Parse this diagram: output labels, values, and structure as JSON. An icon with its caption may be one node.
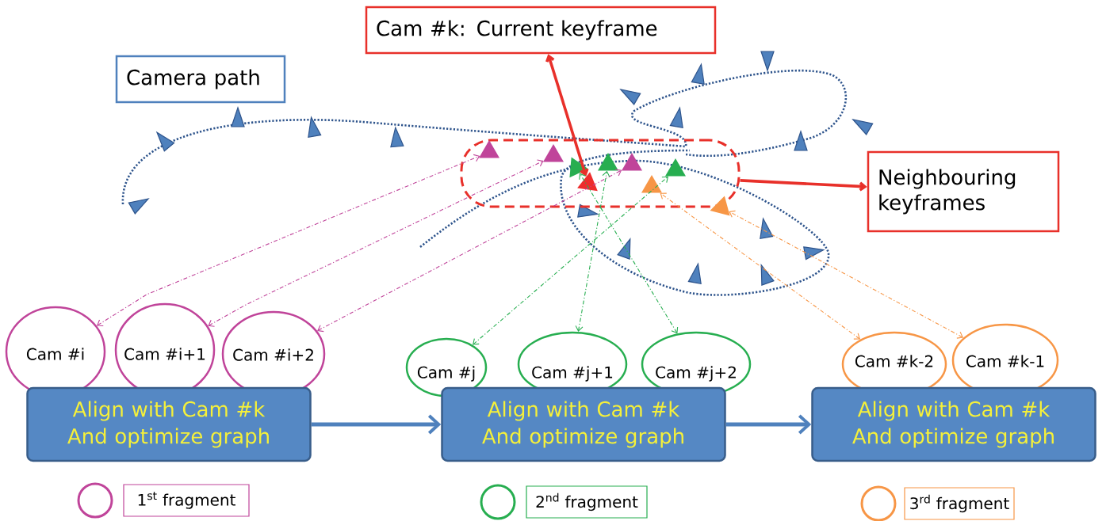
{
  "diagram": {
    "nodes": [
      {
        "text": [
          "Cam #k: Current keyframe"
        ]
      },
      {
        "text": [
          "Camera path"
        ]
      },
      {
        "text": [
          "Neighbouring keyframes"
        ]
      },
      {
        "text": [],
        "shape": "triangle",
        "in": 4
      },
      {
        "text": [],
        "shape": "ellipse"
      },
      {
        "text": [],
        "shape": "triangle",
        "in": 4
      },
      {
        "text": [],
        "shape": "triangle",
        "in": 4
      },
      {
        "text": [],
        "shape": "triangle",
        "in": 4
      },
      {
        "text": [],
        "shape": "triangle",
        "in": 4
      },
      {
        "text": [],
        "shape": "triangle",
        "in": 4
      },
      {
        "text": [],
        "shape": "triangle",
        "in": 4
      },
      {
        "text": [],
        "shape": "triangle",
        "in": 4
      },
      {
        "text": [],
        "shape": "triangle",
        "in": 4
      },
      {
        "text": [
          "Cam #i"
        ]
      },
      {
        "text": [
          "Cam #i+1"
        ]
      },
      {
        "text": [
          "Cam #i+2"
        ]
      },
      {
        "text": [
          "Cam #j"
        ]
      },
      {
        "text": [
          "Cam #j+1"
        ]
      },
      {
        "text": [
          "Cam #j+2"
        ]
      },
      {
        "text": [
          "Cam #k-2"
        ]
      },
      {
        "text": [
          "Cam #k-1"
        ]
      },
      {
        "text": [
          "Align with Cam #k And optimize graph"
        ]
      },
      {
        "text": [
          "Align with Cam #k And optimize graph"
        ]
      },
      {
        "text": [
          "Align with Cam #k And optimize graph"
        ]
      }
    ],
    "edges": [
      {
        "from": 0,
        "to": 3,
        "arrow": "both",
        "style": "thick",
        "color": "#e8302a"
      },
      {
        "from": 4,
        "to": 2,
        "arrow": "to",
        "style": "thick",
        "color": "#e8302a"
      },
      {
        "from": 13,
        "to": 5,
        "arrow": "both",
        "style": "dashed",
        "color": "#c0449a"
      },
      {
        "from": 14,
        "to": 6,
        "arrow": "both",
        "style": "dashed",
        "color": "#c0449a"
      },
      {
        "from": 15,
        "to": 7,
        "arrow": "both",
        "style": "dashed",
        "color": "#c0449a"
      },
      {
        "from": 16,
        "to": 10,
        "arrow": "both",
        "style": "dashed",
        "color": "#27ae50"
      },
      {
        "from": 17,
        "to": 9,
        "arrow": "both",
        "style": "dashed",
        "color": "#27ae50"
      },
      {
        "from": 18,
        "to": 8,
        "arrow": "both",
        "style": "dashed",
        "color": "#27ae50"
      },
      {
        "from": 19,
        "to": 11,
        "arrow": "both",
        "style": "dashed",
        "color": "#f79646"
      },
      {
        "from": 20,
        "to": 12,
        "arrow": "both",
        "style": "dashed",
        "color": "#f79646"
      },
      {
        "from": 21,
        "to": 22,
        "arrow": "to",
        "style": "thick",
        "color": "#4f81bd"
      },
      {
        "from": 22,
        "to": 23,
        "arrow": "to",
        "style": "thick",
        "color": "#4f81bd"
      }
    ],
    "legend": [
      {
        "text": "1$^{st}$ fragment",
        "color": "#c0449a"
      },
      {
        "text": "2$^{nd}$ fragment",
        "color": "#27ae50"
      },
      {
        "text": "3$^{rd}$ fragment",
        "color": "#f79646"
      }
    ]
  }
}
